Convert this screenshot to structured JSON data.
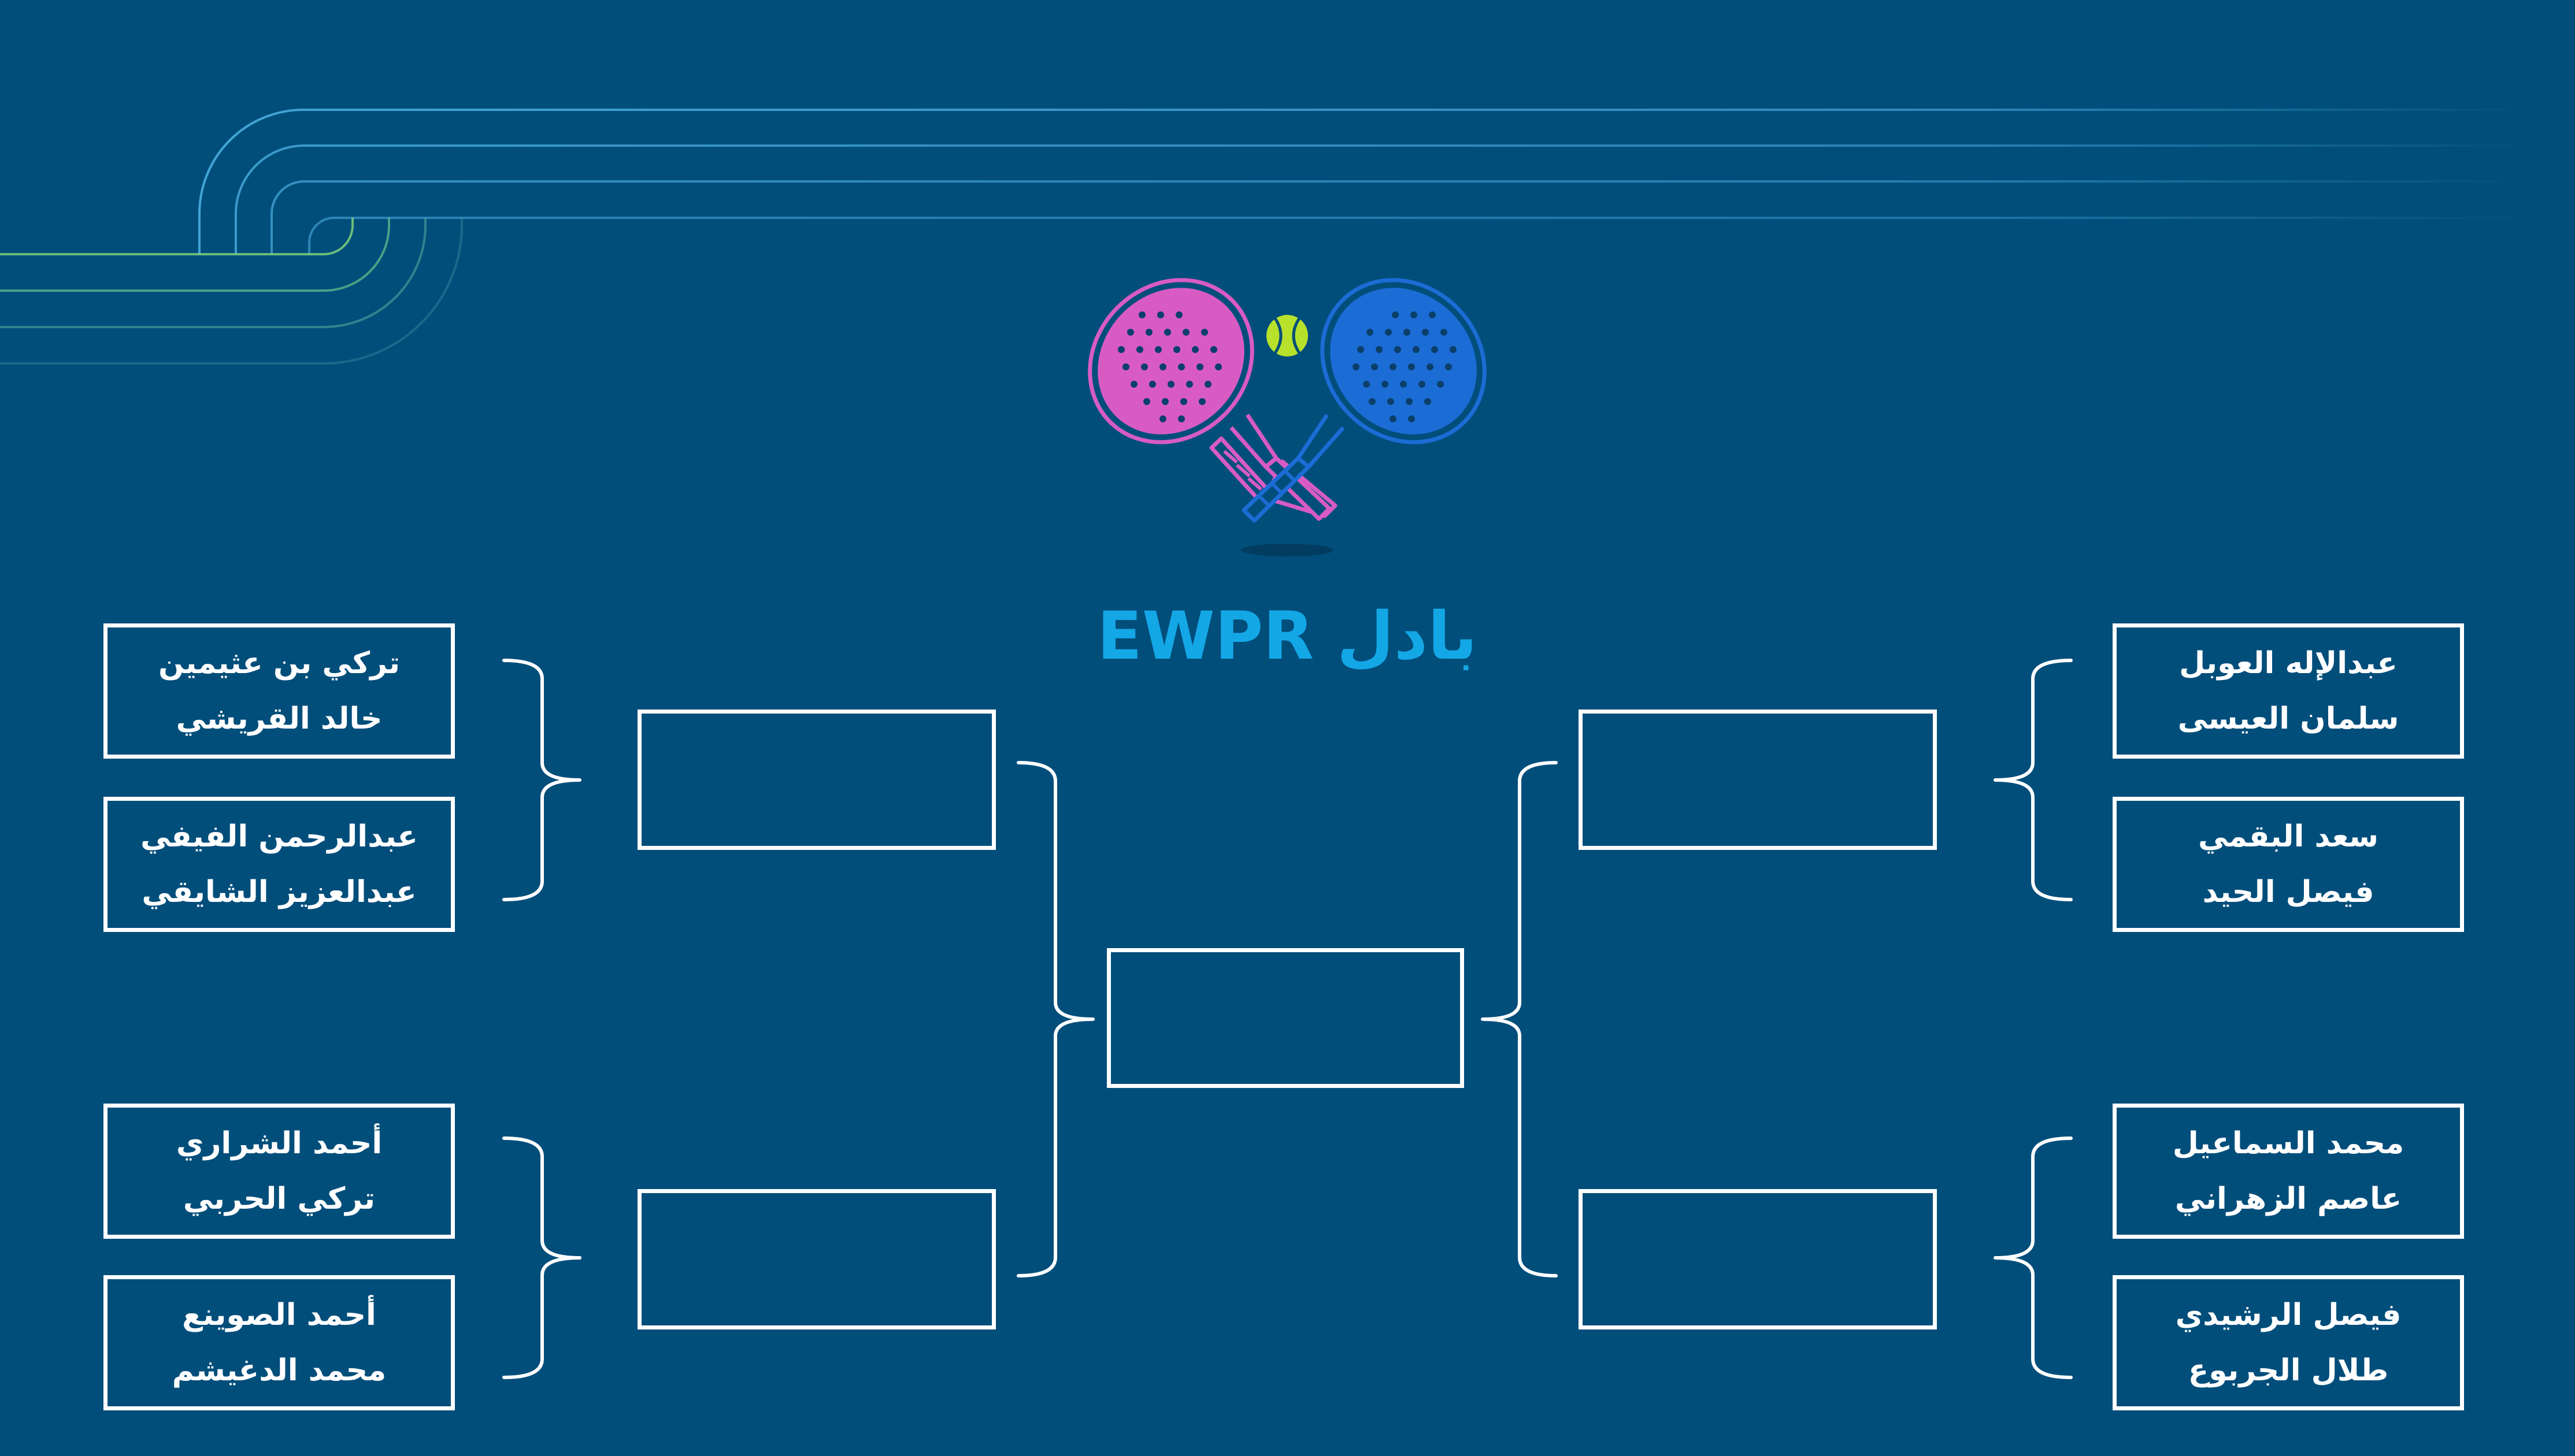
{
  "title": "بادل EWPR",
  "icons": {
    "racket_left": "padel-racket-pink-icon",
    "racket_right": "padel-racket-blue-icon",
    "ball": "tennis-ball-icon"
  },
  "colors": {
    "background": "#014E7B",
    "title": "#14A7E6",
    "racket_left": "#D85BC4",
    "racket_right": "#1C6CD6",
    "ball": "#B8E12C",
    "lines": "#FFFFFF"
  },
  "left_teams": [
    {
      "players": [
        "تركي بن عثيمين",
        "خالد القريشي"
      ]
    },
    {
      "players": [
        "عبدالرحمن الفيفي",
        "عبدالعزيز الشايقي"
      ]
    },
    {
      "players": [
        "أحمد الشراري",
        "تركي الحربي"
      ]
    },
    {
      "players": [
        "أحمد الصوينع",
        "محمد الدغيشم"
      ]
    }
  ],
  "right_teams": [
    {
      "players": [
        "عبدالإله العوبل",
        "سلمان العيسى"
      ]
    },
    {
      "players": [
        "سعد البقمي",
        "فيصل الحيد"
      ]
    },
    {
      "players": [
        "محمد السماعيل",
        "عاصم الزهراني"
      ]
    },
    {
      "players": [
        "فيصل الرشيدي",
        "طلال الجربوع"
      ]
    }
  ]
}
